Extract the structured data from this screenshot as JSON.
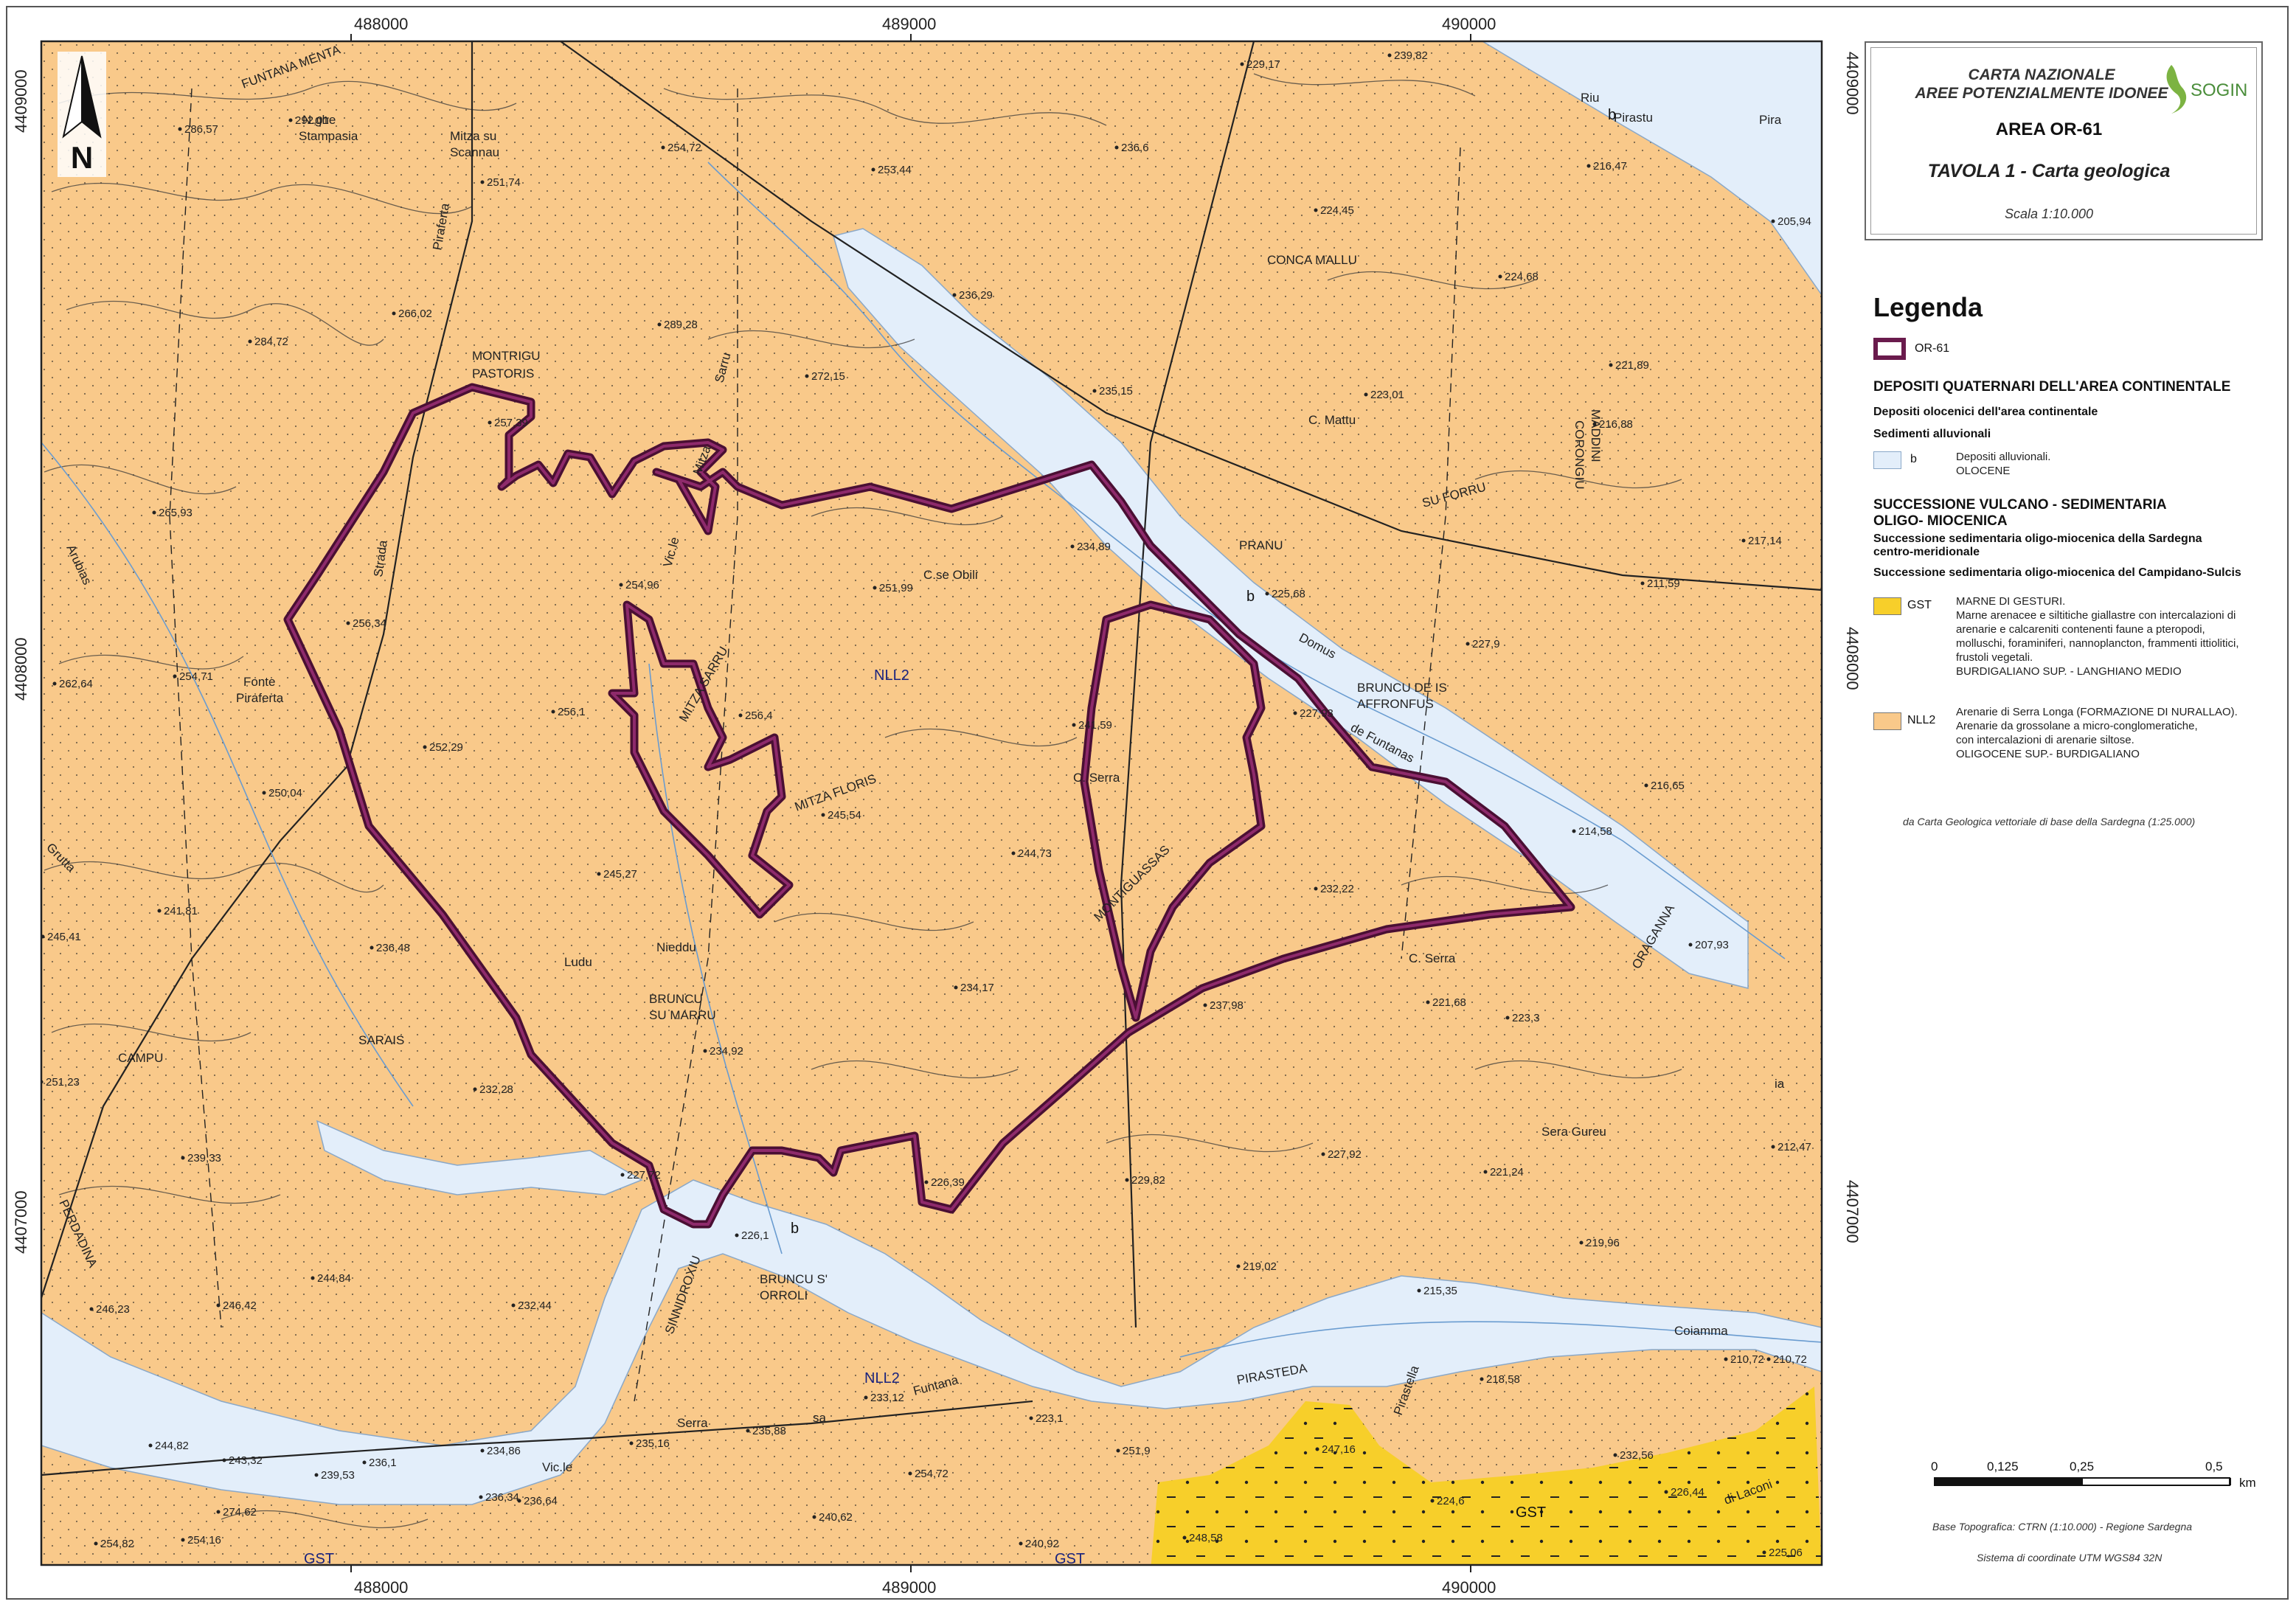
{
  "title_block": {
    "line1": "CARTA NAZIONALE",
    "line2": "AREE POTENZIALMENTE IDONEE",
    "area": "AREA OR-61",
    "tavola": "TAVOLA 1 - Carta geologica",
    "scale": "Scala 1:10.000",
    "logo_text": "SOGIN"
  },
  "north_arrow": {
    "label": "N"
  },
  "coordinates": {
    "x_ticks": [
      "488000",
      "489000",
      "490000"
    ],
    "y_ticks": [
      "4409000",
      "4408000",
      "4407000"
    ]
  },
  "legend": {
    "title": "Legenda",
    "area_item": {
      "label": "OR-61",
      "color": "#6a1b4d"
    },
    "section1": "DEPOSITI QUATERNARI DELL'AREA CONTINENTALE",
    "sub1": "Depositi olocenici dell'area continentale",
    "sub1b": "Sedimenti alluvionali",
    "item_b": {
      "code": "b",
      "line1": "Depositi alluvionali.",
      "line2": "OLOCENE",
      "color": "#e3eefa"
    },
    "section2_line1": "SUCCESSIONE VULCANO - SEDIMENTARIA",
    "section2_line2": "OLIGO- MIOCENICA",
    "sub2_line1": "Successione sedimentaria oligo-miocenica della Sardegna",
    "sub2_line2": "centro-meridionale",
    "sub2b": "Successione sedimentaria oligo-miocenica del Campidano-Sulcis",
    "item_gst": {
      "code": "GST",
      "color": "#f7cf2a",
      "lines": [
        "MARNE DI GESTURI.",
        "Marne arenacee e siltitiche giallastre con intercalazioni di",
        "arenarie e calcareniti contenenti faune a pteropodi,",
        "molluschi, foraminiferi, nannoplancton, frammenti ittiolitici,",
        "frustoli vegetali.",
        "BURDIGALIANO SUP. - LANGHIANO MEDIO"
      ]
    },
    "item_nll2": {
      "code": "NLL2",
      "color": "#f9c98a",
      "lines": [
        "Arenarie di Serra Longa (FORMAZIONE DI NURALLAO).",
        "Arenarie da grossolane a micro-conglomeratiche,",
        "con intercalazioni di arenarie siltose.",
        "OLIGOCENE SUP.- BURDIGALIANO"
      ]
    },
    "source": "da Carta Geologica vettoriale di base della Sardegna (1:25.000)"
  },
  "scale_bar": {
    "ticks": [
      "0",
      "0,125",
      "0,25",
      "0,5"
    ],
    "unit": "km"
  },
  "base_note": "Base Topografica: CTRN (1:10.000) - Regione Sardegna",
  "crs_note": "Sistema di coordinate UTM  WGS84 32N",
  "map_colors": {
    "nll2": "#f9c98a",
    "alluvial": "#e3eefa",
    "gst": "#f7cf2a",
    "boundary": "#6a1b4d"
  },
  "place_names": [
    "FUNTANA MENTA",
    "N.ghe",
    "Stampasia",
    "Mitza su",
    "Scannau",
    "Piraferta",
    "MONTRIGU",
    "PASTORIS",
    "CONCA MALLU",
    "C. Mattu",
    "PRANU",
    "SU FORRU",
    "MADDINI",
    "CORONGIU",
    "Riu",
    "Pirastu",
    "Pira",
    "C.se Obili",
    "Mitza",
    "Sarru",
    "Vic.le",
    "Strada",
    "Arubias",
    "Fonte",
    "Piraferta",
    "MITZA SARRU",
    "MITZA FLORIS",
    "C. Serra",
    "MONTIGUASSAS",
    "BRUNCU DE IS",
    "AFFRONFUS",
    "Domus",
    "de Funtanas",
    "ORAGANNA",
    "C. Serra",
    "Sera Gureu",
    "Grutta",
    "Ludu",
    "Nieddu",
    "BRUNCU",
    "SU MARRU",
    "SARAIS",
    "CAMPU",
    "PERDADINA",
    "SINNIDROXIU",
    "BRUNCU S'",
    "ORROLI",
    "Funtana",
    "sa",
    "Serra",
    "PIRASTEDA",
    "Pirastella",
    "Coiamma",
    "di Laconi",
    "Vic.le",
    "ia"
  ],
  "geo_labels": [
    "NLL2",
    "b",
    "b",
    "b",
    "GST",
    "GST",
    "GST",
    "NLL2"
  ],
  "elevations": [
    "286,57",
    "292,01",
    "251,74",
    "254,72",
    "253,44",
    "236,6",
    "229,17",
    "239,82",
    "216,47",
    "205,94",
    "224,45",
    "224,68",
    "236,29",
    "289,28",
    "266,02",
    "284,72",
    "272,15",
    "235,15",
    "223,01",
    "221,89",
    "216,88",
    "257,39",
    "265,93",
    "234,89",
    "225,68",
    "211,59",
    "217,14",
    "251,99",
    "254,96",
    "256,34",
    "227,9",
    "254,71",
    "262,64",
    "256,1",
    "256,4",
    "241,59",
    "227,93",
    "252,29",
    "250,04",
    "245,54",
    "216,65",
    "214,58",
    "244,73",
    "245,27",
    "241,81",
    "232,22",
    "207,93",
    "245,41",
    "236,48",
    "234,17",
    "237,98",
    "221,68",
    "223,3",
    "234,92",
    "251,23",
    "232,28",
    "239,33",
    "227,72",
    "226,39",
    "229,82",
    "227,92",
    "221,24",
    "212,47",
    "226,1",
    "219,02",
    "219,96",
    "244,84",
    "246,42",
    "232,44",
    "215,35",
    "246,23",
    "210,72",
    "210,72",
    "218,58",
    "235,88",
    "233,12",
    "223,1",
    "251,9",
    "247,16",
    "232,56",
    "244,82",
    "243,32",
    "239,53",
    "236,1",
    "234,86",
    "235,16",
    "254,72",
    "226,44",
    "224,6",
    "274,62",
    "236,34",
    "236,64",
    "240,62",
    "248,58",
    "254,16",
    "254,82",
    "240,92",
    "225,06"
  ]
}
